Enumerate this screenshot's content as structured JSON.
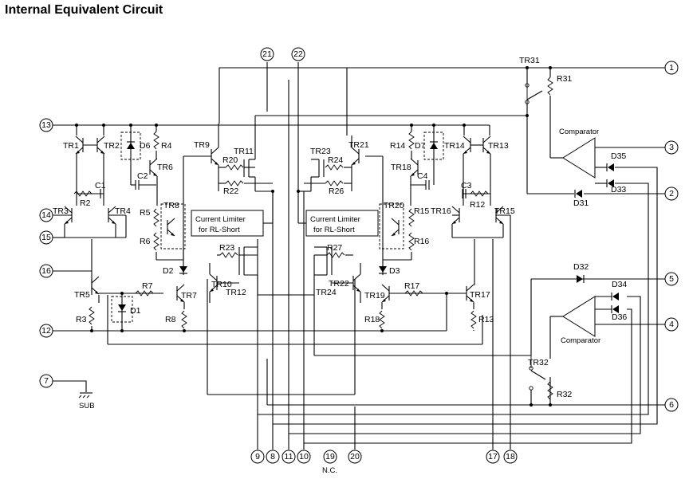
{
  "title": "Internal Equivalent Circuit",
  "pins": {
    "p1": "1",
    "p2": "2",
    "p3": "3",
    "p4": "4",
    "p5": "5",
    "p6": "6",
    "p7": "7",
    "p8": "8",
    "p9": "9",
    "p10": "10",
    "p11": "11",
    "p12": "12",
    "p13": "13",
    "p14": "14",
    "p15": "15",
    "p16": "16",
    "p17": "17",
    "p18": "18",
    "p19": "19",
    "p20": "20",
    "p21": "21",
    "p22": "22"
  },
  "labels": {
    "nc": "N.C.",
    "sub": "SUB",
    "comparator_top": "Comparator",
    "comparator_bottom": "Comparator",
    "limiter_left_1": "Current Limiter",
    "limiter_left_2": "for RL-Short",
    "limiter_right_1": "Current Limiter",
    "limiter_right_2": "for RL-Short",
    "TR1": "TR1",
    "TR2": "TR2",
    "TR3": "TR3",
    "TR4": "TR4",
    "TR5": "TR5",
    "TR6": "TR6",
    "TR7": "TR7",
    "TR8": "TR8",
    "TR9": "TR9",
    "TR10": "TR10",
    "TR11": "TR11",
    "TR12": "TR12",
    "TR13": "TR13",
    "TR14": "TR14",
    "TR15": "TR15",
    "TR16": "TR16",
    "TR17": "TR17",
    "TR18": "TR18",
    "TR19": "TR19",
    "TR20": "TR20",
    "TR21": "TR21",
    "TR22": "TR22",
    "TR23": "TR23",
    "TR24": "TR24",
    "TR31": "TR31",
    "TR32": "TR32",
    "R2": "R2",
    "R3": "R3",
    "R4": "R4",
    "R5": "R5",
    "R6": "R6",
    "R7": "R7",
    "R8": "R8",
    "R12": "R12",
    "R13": "R13",
    "R14": "R14",
    "R15": "R15",
    "R16": "R16",
    "R17": "R17",
    "R18": "R18",
    "R20": "R20",
    "R22": "R22",
    "R23": "R23",
    "R24": "R24",
    "R26": "R26",
    "R27": "R27",
    "R31": "R31",
    "R32": "R32",
    "C1": "C1",
    "C2": "C2",
    "C3": "C3",
    "C4": "C4",
    "D1": "D1",
    "D2": "D2",
    "D3": "D3",
    "D6": "D6",
    "D7": "D7",
    "D31": "D31",
    "D32": "D32",
    "D33": "D33",
    "D34": "D34",
    "D35": "D35",
    "D36": "D36"
  }
}
